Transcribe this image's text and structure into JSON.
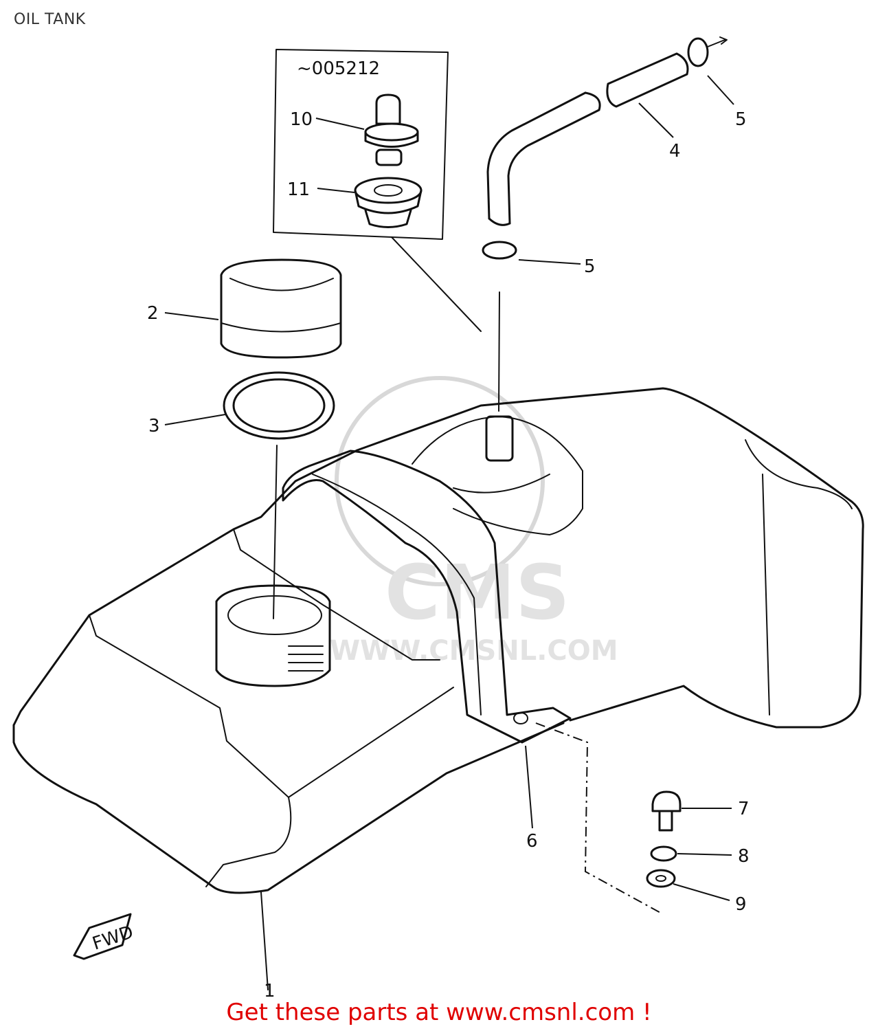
{
  "title": "OIL TANK",
  "inset_label": "~005212",
  "callouts": {
    "c1": "1",
    "c2": "2",
    "c3": "3",
    "c4": "4",
    "c5a": "5",
    "c5b": "5",
    "c6": "6",
    "c7": "7",
    "c8": "8",
    "c9": "9",
    "c10": "10",
    "c11": "11"
  },
  "fwd_label": "FWD",
  "watermark": {
    "brand": "CMS",
    "url": "WWW.CMSNL.COM"
  },
  "call_to_action": "Get these parts at www.cmsnl.com !"
}
